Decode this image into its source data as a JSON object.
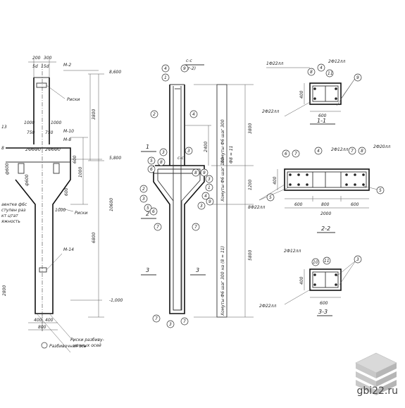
{
  "site": {
    "url": "gbi22.ru"
  },
  "elevation_left": {
    "top_dims": [
      "200",
      "300"
    ],
    "bar_top": [
      "5d",
      "15d"
    ],
    "mark_top": "M-2",
    "level_top": "8,600",
    "dim_3800": "3800",
    "riski": "Риски",
    "dims_mid": [
      "1000",
      "1000",
      "750",
      "750"
    ],
    "mark_mid": "М-10",
    "mark_bracket": "М-8",
    "level_mid": "5,800",
    "rebar_a": "2Ф6Ф0",
    "rebar_b": "2Ф6Ф0",
    "dim_600a": "600",
    "dim_600b": "600",
    "dim_1000": "1000",
    "dim_1000b": "1000",
    "riski2": "Риски",
    "total_10600": "10600",
    "dim_6800": "6800",
    "mark_low": "М-14",
    "level_bottom": "-1,000",
    "riski_bottom": "Риски разбиву-",
    "riski_bottom2": "ночных осей",
    "dims_bottom": [
      "400",
      "400",
      "800"
    ],
    "legend": "Разбивочная ось",
    "left_labels": [
      "13",
      "8",
      "ф600",
      "ф600",
      "аентке ф6с",
      "ступен раз",
      "кт цтат",
      "яжность"
    ],
    "left_dims": [
      "2800"
    ]
  },
  "elevation_mid": {
    "cut_c": "с-с",
    "cut_c_note": "(ит-2)",
    "bubbles": [
      "4",
      "1",
      "2",
      "3",
      "5",
      "6",
      "2",
      "3",
      "5",
      "6",
      "7",
      "7",
      "8",
      "9",
      "3",
      "3",
      "1",
      "4",
      "3",
      "9",
      "4",
      "9",
      "7",
      "3",
      "7",
      "8"
    ],
    "section_1": "1",
    "section_2": "2",
    "section_3": "3",
    "section_3b": "3",
    "cut_mark": "с-с",
    "dim_2400": "2400",
    "dim_3800": "3800",
    "dim_1200": "1200",
    "dim_5800": "5800",
    "annot_top": "Хомуты Ф6 шаг 300",
    "annot_top2": "Ф8 = 11",
    "annot_mid": "Хомуты Ф6 шаг 100",
    "annot_low": "Хомуты Ф6 шаг 300 на (8 = 11)"
  },
  "section_1": {
    "title": "1-1",
    "rebar_top": "2Ф12лл",
    "rebar_left": "1Ф22лл",
    "rebar_bottom": "2Ф22лл",
    "height": "400",
    "width": "600",
    "bubbles": [
      "8",
      "4",
      "11",
      "9"
    ]
  },
  "section_2": {
    "title": "2-2",
    "rebar_top": "2Ф12лл",
    "rebar_right": "2Ф20лл",
    "rebar_left": "8Ф22лл",
    "height": "400",
    "dims": [
      "600",
      "800",
      "600"
    ],
    "total": "2000",
    "bubbles": [
      "6",
      "7",
      "4",
      "7",
      "8",
      "5",
      "5"
    ]
  },
  "section_3": {
    "title": "3-3",
    "rebar_top": "2Ф12лл",
    "rebar_bottom": "2Ф22лл",
    "height": "400",
    "width": "600",
    "bubbles": [
      "10",
      "11",
      "3"
    ]
  }
}
